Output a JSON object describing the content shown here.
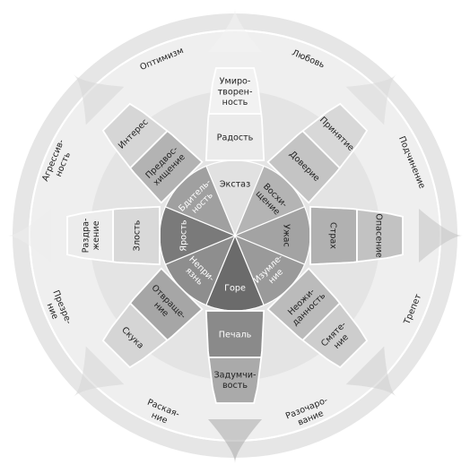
{
  "colors": {
    "background": "#ffffff",
    "ring_outer": "#e6e6e6",
    "ring_middle": "#efefef",
    "ring_inner": "#e4e4e4",
    "petal_gap": "#ffffff",
    "text_dark": "#222222",
    "text_light": "#ffffff"
  },
  "icons": [
    "emotion-wheel-diagram"
  ],
  "sectors": [
    {
      "id": "joy",
      "outer": "Умиро-\nтворен-\nность",
      "middle": "Радость",
      "inner": "Экстаз",
      "fill_outer": "#f2f2f2",
      "fill_middle": "#ebebeb",
      "fill_inner": "#e1e1e1",
      "text_inner": "#222222",
      "text_middle": "#222222",
      "text_outer": "#222222"
    },
    {
      "id": "trust",
      "outer": "Принятие",
      "middle": "Доверие",
      "inner": "Восхи-\nщение",
      "fill_outer": "#d8d8d8",
      "fill_middle": "#c4c4c4",
      "fill_inner": "#b4b4b4",
      "text_inner": "#222222",
      "text_middle": "#222222",
      "text_outer": "#222222"
    },
    {
      "id": "fear",
      "outer": "Опасение",
      "middle": "Страх",
      "inner": "Ужас",
      "fill_outer": "#c2c2c2",
      "fill_middle": "#b1b1b1",
      "fill_inner": "#a3a3a3",
      "text_inner": "#222222",
      "text_middle": "#222222",
      "text_outer": "#222222"
    },
    {
      "id": "surprise",
      "outer": "Смяте-\nние",
      "middle": "Неожи-\nданность",
      "inner": "Изумле-\nние",
      "fill_outer": "#cdcdcd",
      "fill_middle": "#bbbbbb",
      "fill_inner": "#9a9a9a",
      "text_inner": "#ffffff",
      "text_middle": "#222222",
      "text_outer": "#222222"
    },
    {
      "id": "sadness",
      "outer": "Задумчи-\nвость",
      "middle": "Печаль",
      "inner": "Горе",
      "fill_outer": "#aaaaaa",
      "fill_middle": "#8a8a8a",
      "fill_inner": "#6b6b6b",
      "text_inner": "#ffffff",
      "text_middle": "#ffffff",
      "text_outer": "#222222"
    },
    {
      "id": "disgust",
      "outer": "Скука",
      "middle": "Отвраще-\nние",
      "inner": "Непри-\nязнь",
      "fill_outer": "#d5d5d5",
      "fill_middle": "#a6a6a6",
      "fill_inner": "#8e8e8e",
      "text_inner": "#ffffff",
      "text_middle": "#222222",
      "text_outer": "#222222"
    },
    {
      "id": "anger",
      "outer": "Раздра-\nжение",
      "middle": "Злость",
      "inner": "Ярость",
      "fill_outer": "#ececec",
      "fill_middle": "#d9d9d9",
      "fill_inner": "#7a7a7a",
      "text_inner": "#ffffff",
      "text_middle": "#222222",
      "text_outer": "#222222"
    },
    {
      "id": "anticipation",
      "outer": "Интерес",
      "middle": "Предвос-\nхищение",
      "inner": "Бдитель-\nность",
      "fill_outer": "#d6d6d6",
      "fill_middle": "#b3b3b3",
      "fill_inner": "#a0a0a0",
      "text_inner": "#ffffff",
      "text_middle": "#222222",
      "text_outer": "#222222"
    }
  ],
  "dyads": [
    "Любовь",
    "Подчинение",
    "Трепет",
    "Разочаро-\nвание",
    "Раская-\nние",
    "Презре-\nние",
    "Агрессив-\nность",
    "Оптимизм"
  ]
}
